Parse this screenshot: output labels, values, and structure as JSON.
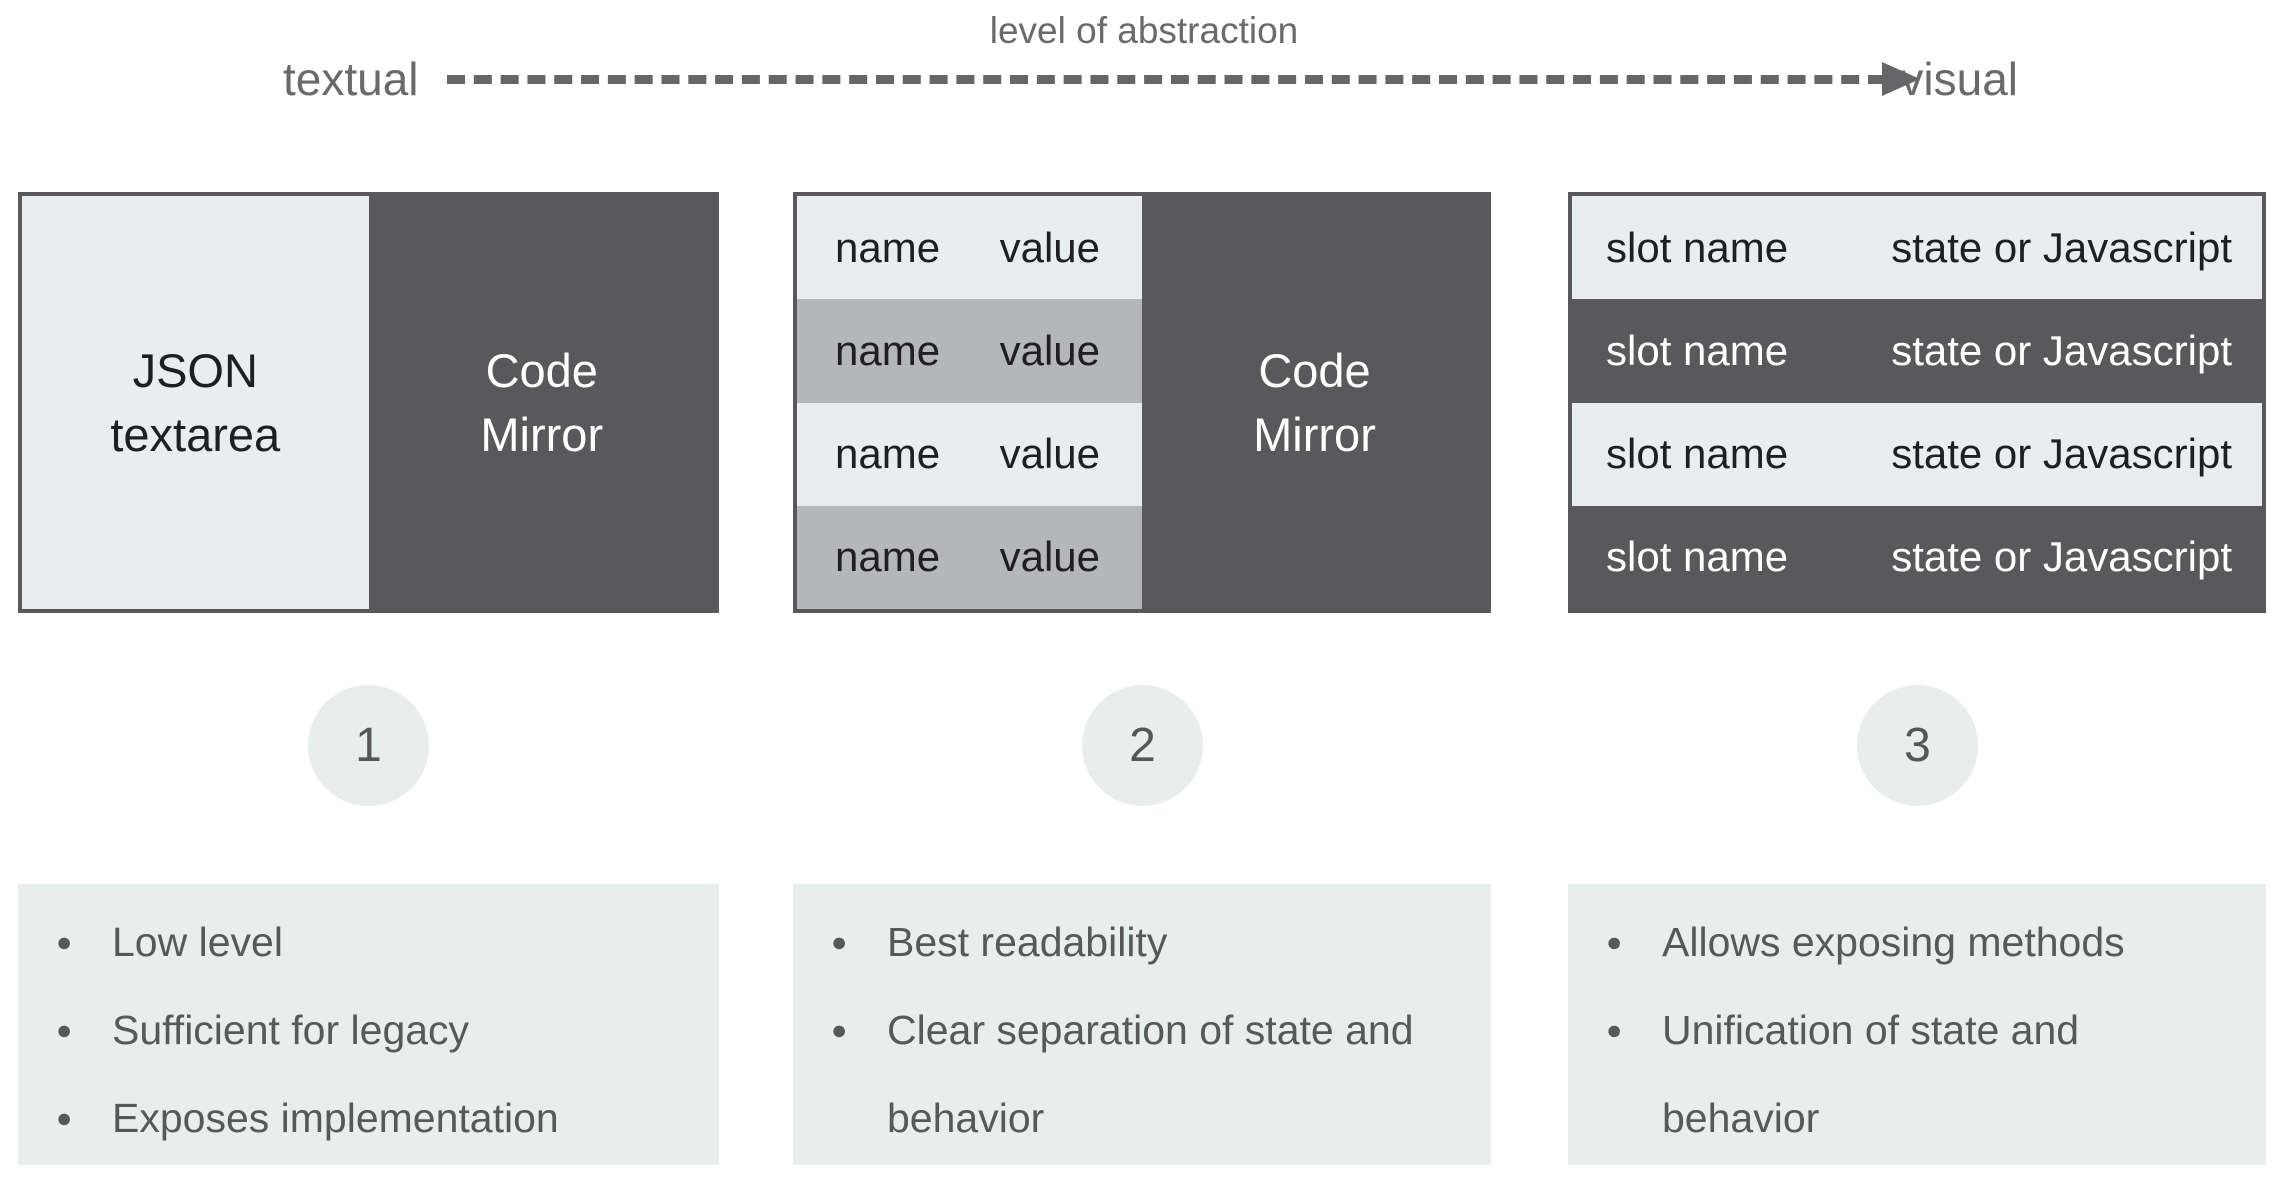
{
  "header": {
    "title": "level of abstraction",
    "left_label": "textual",
    "right_label": "visual"
  },
  "options": [
    {
      "number": "1",
      "diagram": {
        "left_line1": "JSON",
        "left_line2": "textarea",
        "right_line1": "Code",
        "right_line2": "Mirror"
      },
      "bullets": [
        "Low level",
        "Sufficient for legacy",
        "Exposes implementation"
      ]
    },
    {
      "number": "2",
      "rows": [
        {
          "name": "name",
          "value": "value"
        },
        {
          "name": "name",
          "value": "value"
        },
        {
          "name": "name",
          "value": "value"
        },
        {
          "name": "name",
          "value": "value"
        }
      ],
      "code_line1": "Code",
      "code_line2": "Mirror",
      "bullets": [
        "Best readability",
        "Clear separation of state and behavior"
      ]
    },
    {
      "number": "3",
      "rows": [
        {
          "name": "slot name",
          "value": "state or Javascript"
        },
        {
          "name": "slot name",
          "value": "state or Javascript"
        },
        {
          "name": "slot name",
          "value": "state or Javascript"
        },
        {
          "name": "slot name",
          "value": "state or Javascript"
        }
      ],
      "bullets": [
        "Allows exposing methods",
        "Unification of state and behavior"
      ]
    }
  ],
  "colors": {
    "dark_gray": "#59595b",
    "light_gray": "#e9edee",
    "medium_gray": "#b5b6b8",
    "header_text": "#6a6a6c",
    "bullet_text": "#58585a",
    "white": "#ffffff"
  }
}
